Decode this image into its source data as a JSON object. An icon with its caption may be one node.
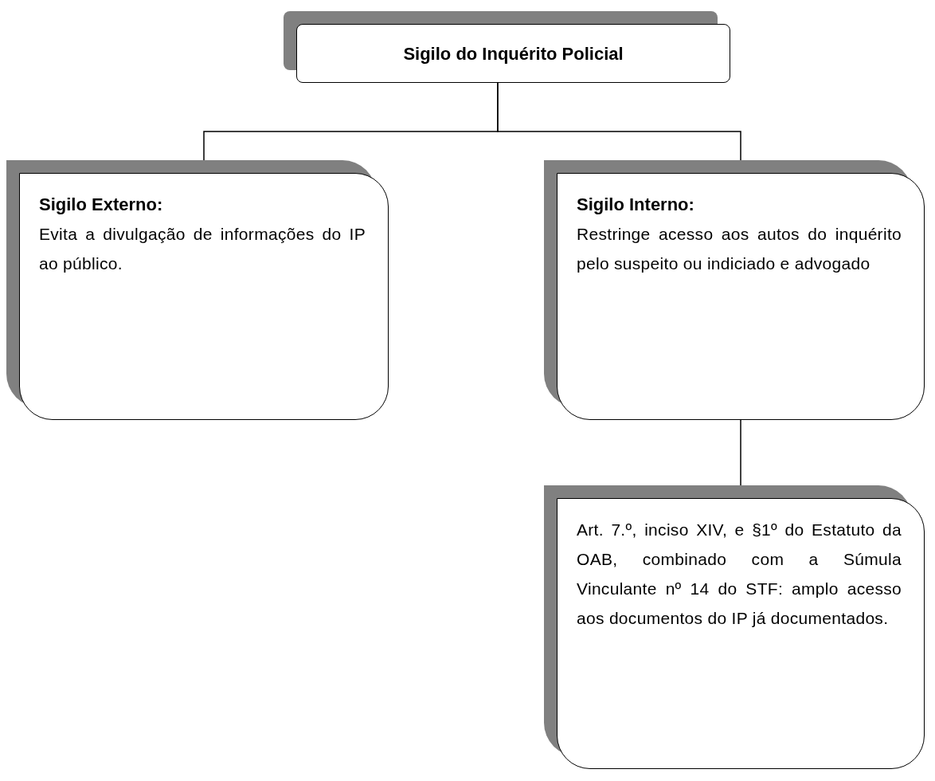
{
  "diagram": {
    "nodes": [
      {
        "text": [
          "Sigilo do Inquérito Policial"
        ]
      },
      {
        "text": [
          "Sigilo Externo:",
          "Evita a divulgação de informações do IP ao público."
        ]
      },
      {
        "text": [
          "Sigilo Interno:",
          "Restringe acesso aos autos do inquérito pelo suspeito ou indiciado e advogado"
        ]
      },
      {
        "text": [
          "Art. 7.º, inciso XIV, e §1º do Estatuto da OAB, combinado com a Súmula Vinculante nº 14 do STF: amplo acesso aos documentos do IP já documentados."
        ]
      }
    ],
    "edges": [
      {
        "from": 0,
        "to": 1,
        "arrow": "none"
      },
      {
        "from": 0,
        "to": 2,
        "arrow": "none"
      },
      {
        "from": 2,
        "to": 3,
        "arrow": "none"
      }
    ]
  }
}
